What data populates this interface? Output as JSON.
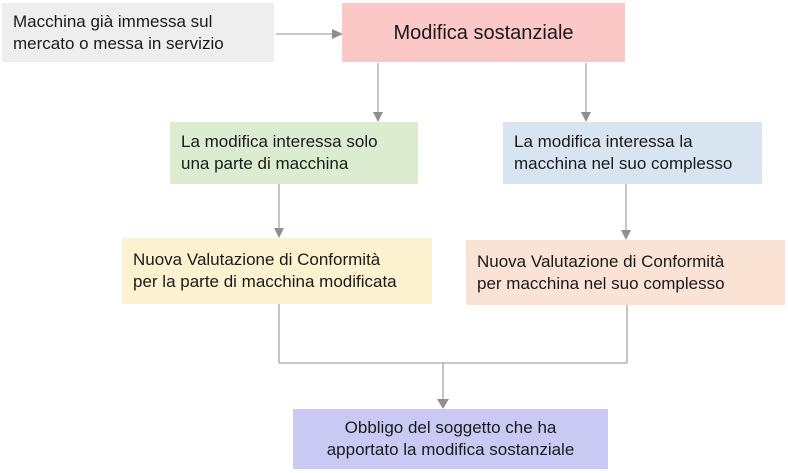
{
  "diagram": {
    "title": "Modifica sostanziale flowchart",
    "boxes": {
      "start": {
        "text": "Macchina già immessa sul\nmercato o messa in servizio"
      },
      "modifica": {
        "text": "Modifica sostanziale"
      },
      "parte": {
        "text": "La modifica interessa solo\nuna parte di macchina"
      },
      "complesso": {
        "text": "La modifica interessa la\nmacchina nel suo complesso"
      },
      "valutazione_parte": {
        "text": "Nuova Valutazione di Conformità\nper la parte di macchina modificata"
      },
      "valutazione_complesso": {
        "text": "Nuova Valutazione di Conformità\nper macchina nel suo complesso"
      },
      "obbligo": {
        "text": "Obbligo del soggetto che ha\napportato la modifica sostanziale"
      }
    },
    "colors": {
      "start_bg": "#EEEEEE",
      "modifica_bg": "#FBC7C7",
      "parte_bg": "#DCECD1",
      "complesso_bg": "#D8E5F1",
      "valutazione_parte_bg": "#FDF2CF",
      "valutazione_complesso_bg": "#FAE3D4",
      "obbligo_bg": "#C9C9F3",
      "connector": "#A6A6A6",
      "arrowhead": "#8F8F8F",
      "text": "#1A1A1A"
    }
  }
}
